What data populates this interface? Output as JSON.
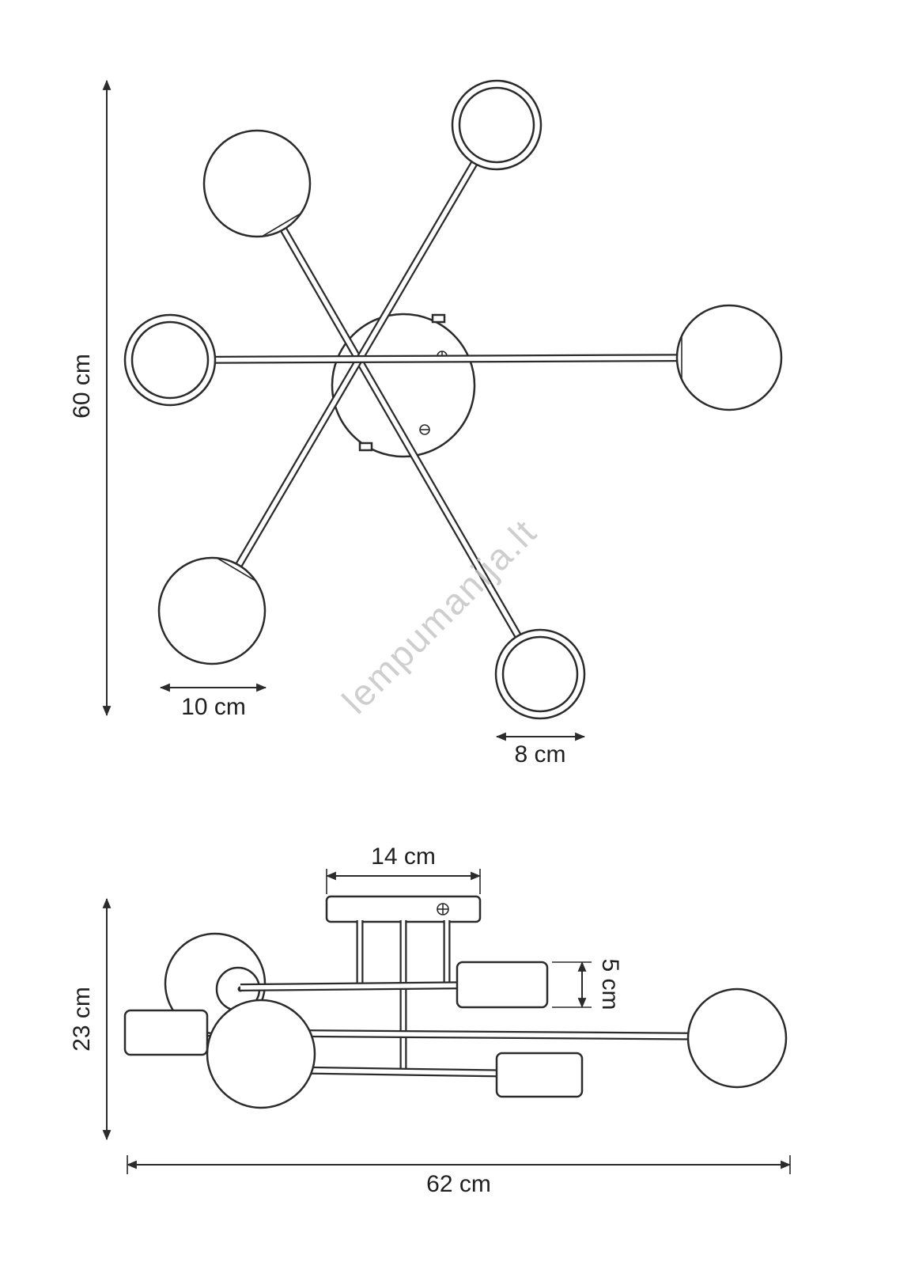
{
  "page": {
    "background_color": "#ffffff",
    "line_color": "#2b2b2b",
    "watermark_color": "#c3c3c3"
  },
  "watermark": {
    "text": "lempumanija.lt"
  },
  "top_view": {
    "dim_height": "60 cm",
    "dim_globe_large": "10 cm",
    "dim_globe_small": "8 cm"
  },
  "side_view": {
    "dim_canopy_width": "14 cm",
    "dim_socket_height": "5 cm",
    "dim_total_height": "23 cm",
    "dim_total_width": "62 cm"
  }
}
